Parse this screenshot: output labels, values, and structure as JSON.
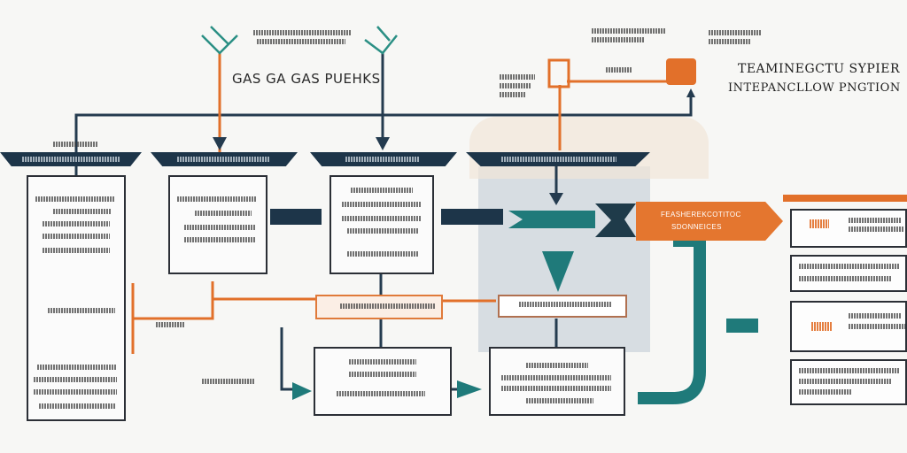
{
  "title": "GAS GA GAS PUEHKS",
  "right_title": [
    "TEAMINEGCTU SYPIER",
    "INTEPANCLLOW PNGTION"
  ],
  "banner": [
    "FEASHEREKCOTITOC",
    "SDONNEICES"
  ]
}
